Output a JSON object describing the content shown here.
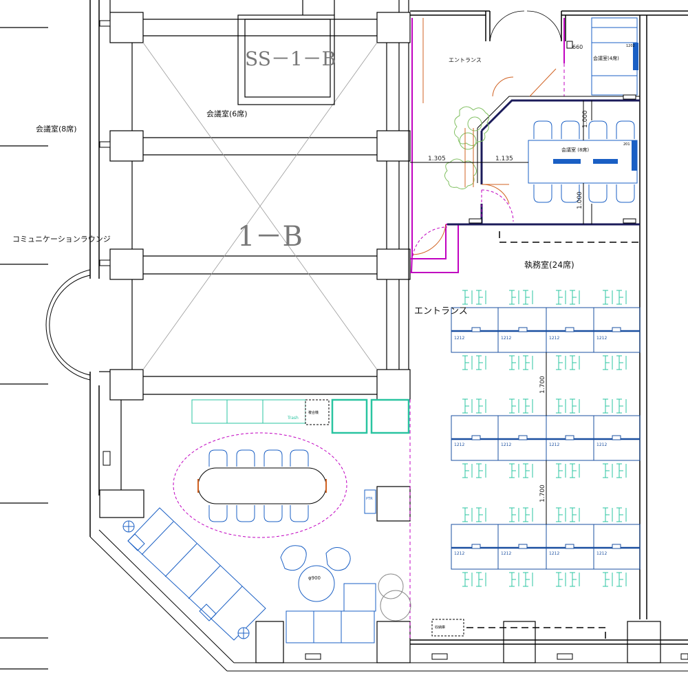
{
  "rooms": {
    "meeting_8_left": "会議室(8席)",
    "meeting_6": "会議室(6席)",
    "communication_lounge": "コミュニケーションラウンジ",
    "entrance_top": "エントランス",
    "meeting_4": "会議室(4席)",
    "meeting_8_right": "会議室 (8席)",
    "office_24": "執務室(24席)",
    "entrance_mid": "エントランス",
    "column_1b": "1－B",
    "column_ss1b": "SS－1－B"
  },
  "dimensions": {
    "d1305": "1.305",
    "d1135": "1.135",
    "d1000a": "1.000",
    "d1000b": "1.000",
    "d660": "660",
    "d1700a": "1.700",
    "d1700b": "1.700",
    "d900": "φ900"
  },
  "desk_label": "1212",
  "small_labels": {
    "printer": "複合機",
    "trash": "Trash",
    "storage": "収納庫",
    "tag_201": "201",
    "tag_1202": "1202",
    "tag_ptr": "PTR"
  },
  "colors": {
    "wall": "#000000",
    "desk": "#1a4fa0",
    "chair_office": "#29c4a0",
    "meeting_furniture": "#1a5fc4",
    "partition": "#c000c0",
    "door": "#d06020",
    "plant": "#7fbf5f",
    "grid": "#888888"
  }
}
